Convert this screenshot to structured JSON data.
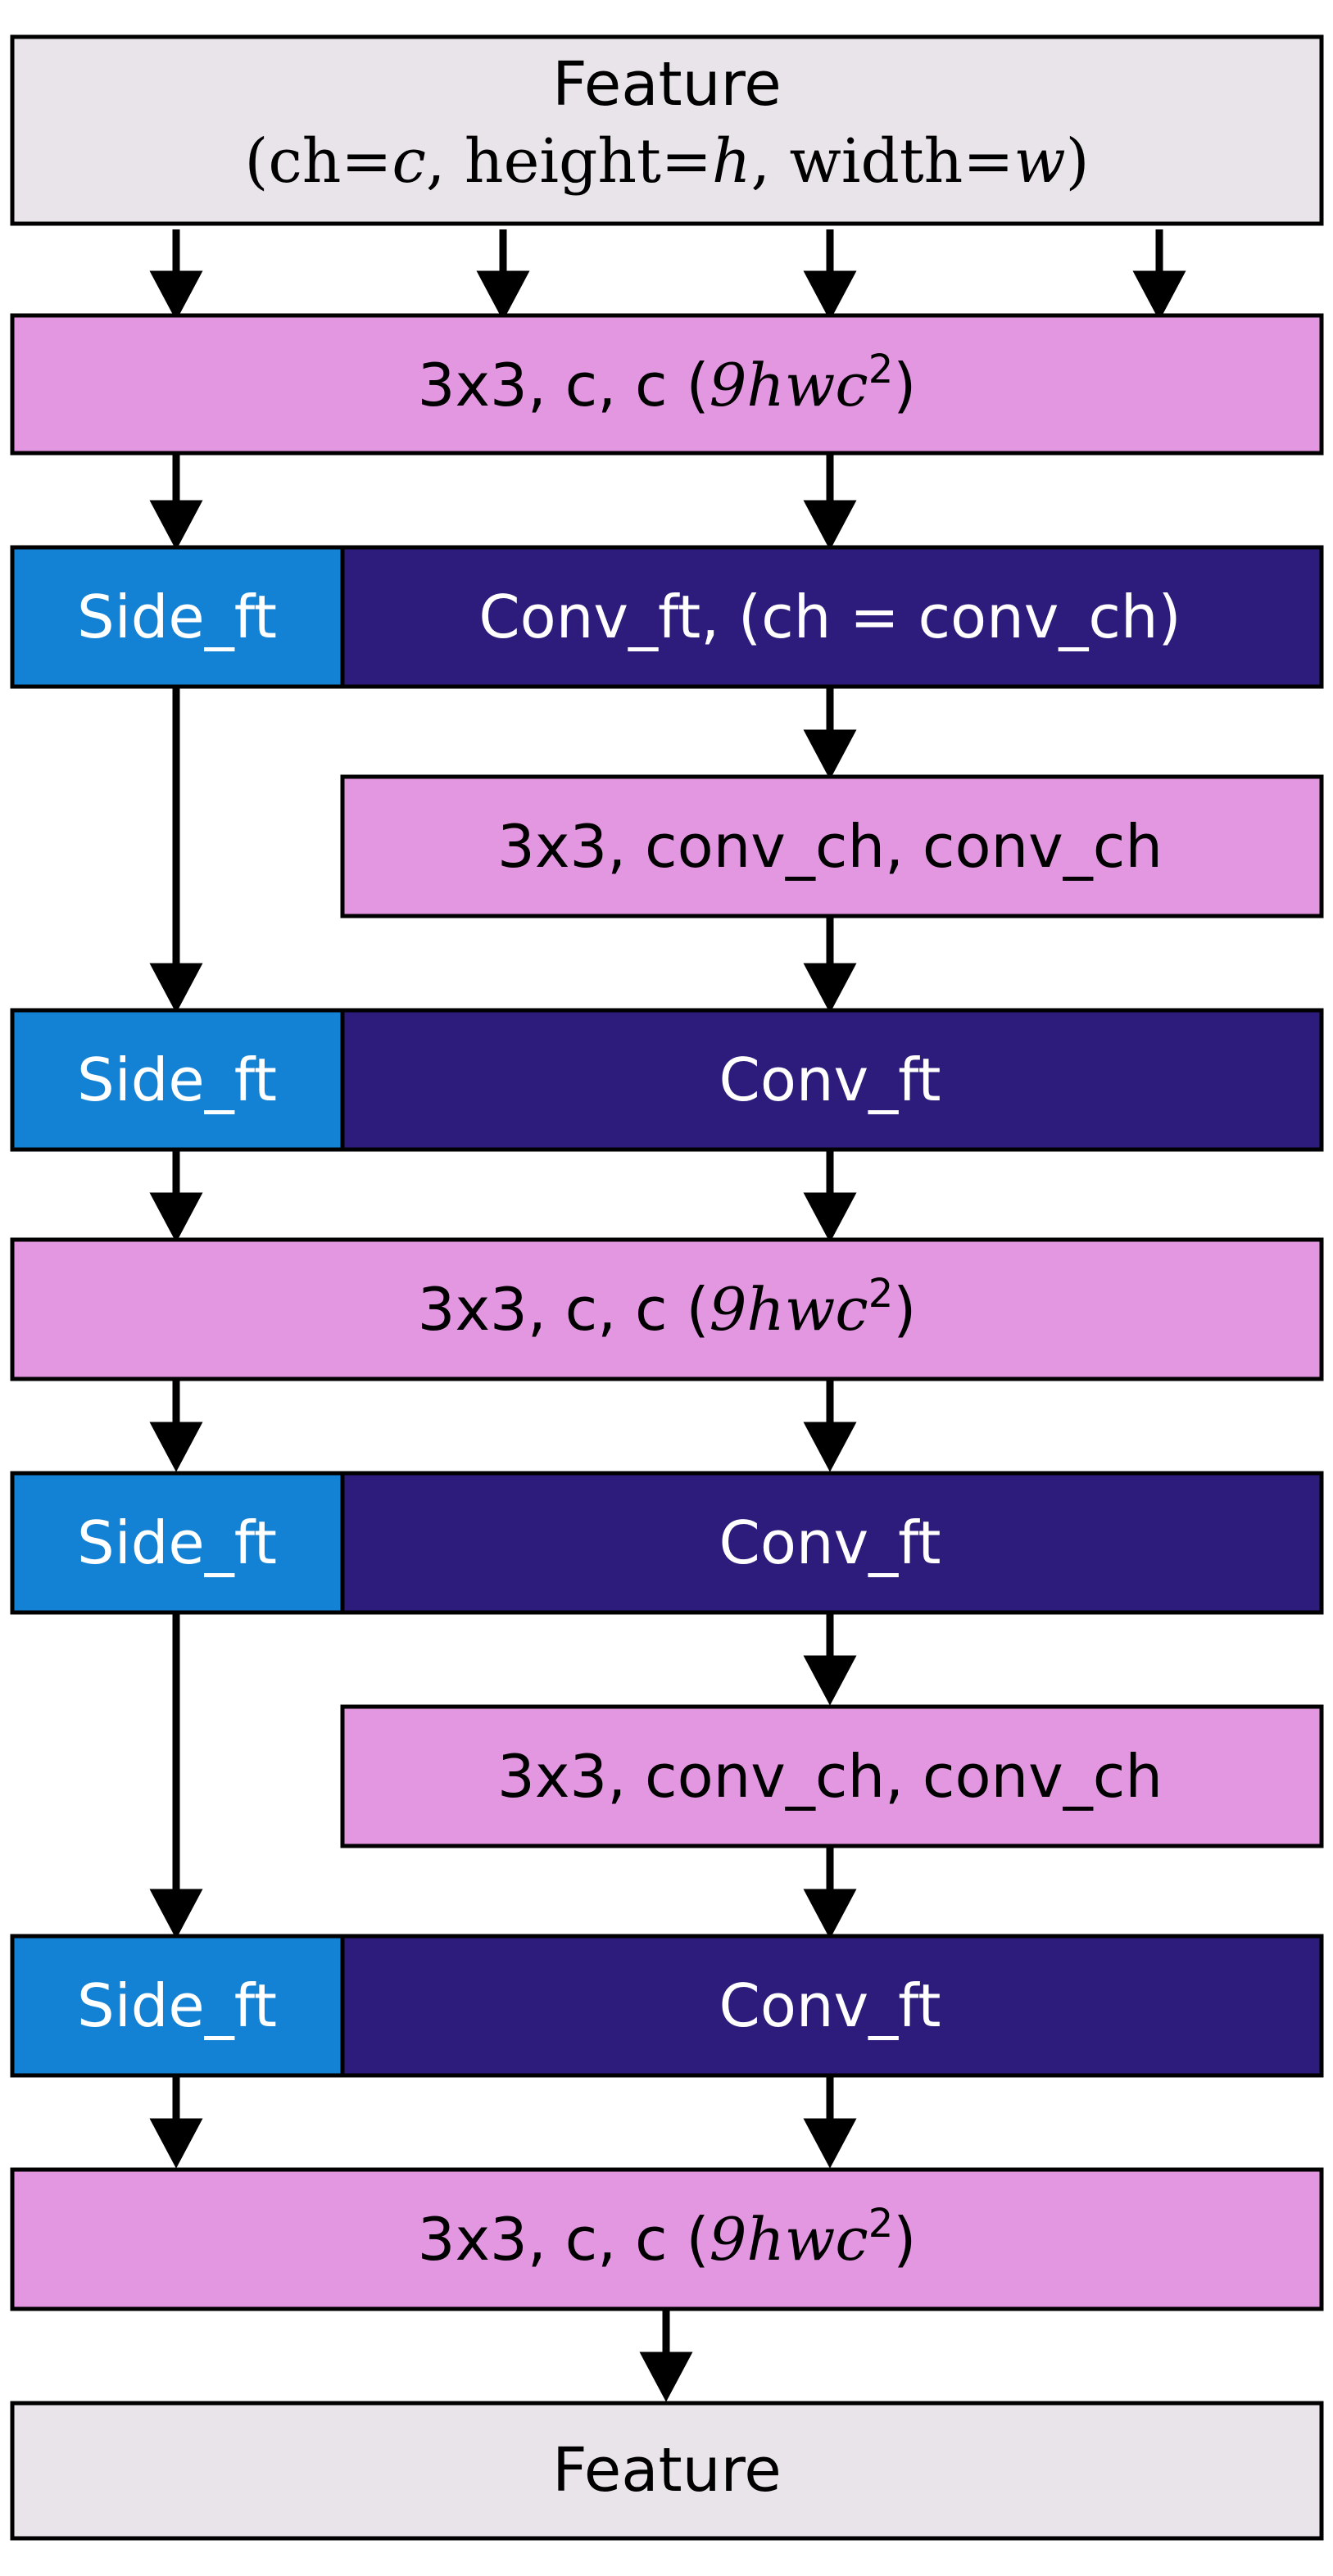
{
  "colors": {
    "feature": "#e9e4ea",
    "conv_op": "#e397e0",
    "side": "#1482d4",
    "conv_ft": "#2d1c7c",
    "stroke": "#000000",
    "text_dark": "#000000",
    "text_light": "#ffffff"
  },
  "feature_in": {
    "title": "Feature",
    "line2_open": "(ch=",
    "c": "c",
    "comma1": ", height=",
    "h": "h",
    "comma2": ", width=",
    "w": "w",
    "close": ")"
  },
  "conv_full": {
    "prefix": "3x3, c, c (",
    "nine": "9",
    "hwc": "hwc",
    "sup": "2",
    "suffix": ")"
  },
  "split_1": {
    "side": "Side_ft",
    "conv": "Conv_ft, (ch = conv_ch)"
  },
  "conv_small": "3x3, conv_ch, conv_ch",
  "side_label": "Side_ft",
  "conv_label": "Conv_ft",
  "feature_out": "Feature"
}
